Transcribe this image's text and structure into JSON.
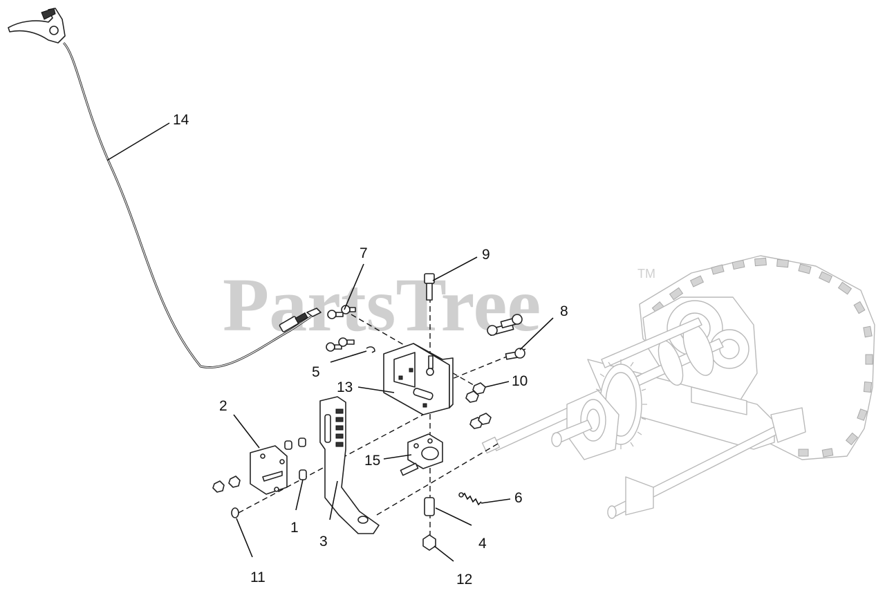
{
  "watermark": {
    "brand": "PartsTree",
    "trademark": "TM"
  },
  "callouts": [
    {
      "id": "1",
      "label": "1"
    },
    {
      "id": "2",
      "label": "2"
    },
    {
      "id": "3",
      "label": "3"
    },
    {
      "id": "4",
      "label": "4"
    },
    {
      "id": "5",
      "label": "5"
    },
    {
      "id": "6",
      "label": "6"
    },
    {
      "id": "7",
      "label": "7"
    },
    {
      "id": "8",
      "label": "8"
    },
    {
      "id": "9",
      "label": "9"
    },
    {
      "id": "10",
      "label": "10"
    },
    {
      "id": "11",
      "label": "11"
    },
    {
      "id": "12",
      "label": "12"
    },
    {
      "id": "13",
      "label": "13"
    },
    {
      "id": "14",
      "label": "14"
    },
    {
      "id": "15",
      "label": "15"
    }
  ]
}
